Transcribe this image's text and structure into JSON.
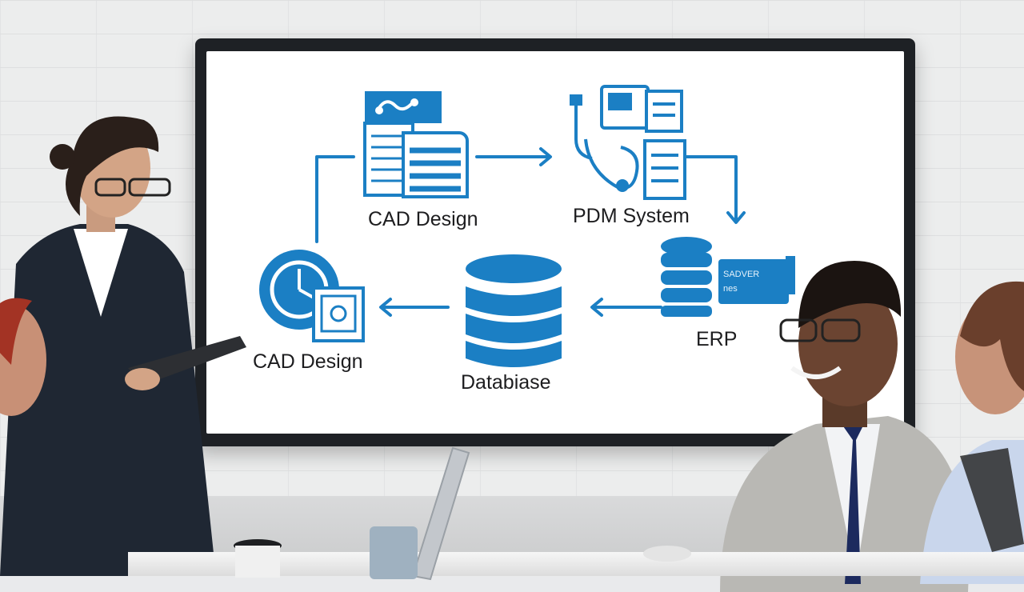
{
  "scene": {
    "diagram_labels": {
      "cad_design_top": "CAD Design",
      "pdm_system": "PDM System",
      "erp": "ERP",
      "cad_design_bottom": "CAD Design",
      "database": "Databiase"
    },
    "erp_device_text_1": "SADVER",
    "erp_device_text_2": "nes",
    "accent_color": "#1b7fc4",
    "icons": [
      "cad-design-icon",
      "pdm-system-icon",
      "erp-icon",
      "database-icon",
      "cad-design-globe-icon"
    ]
  }
}
